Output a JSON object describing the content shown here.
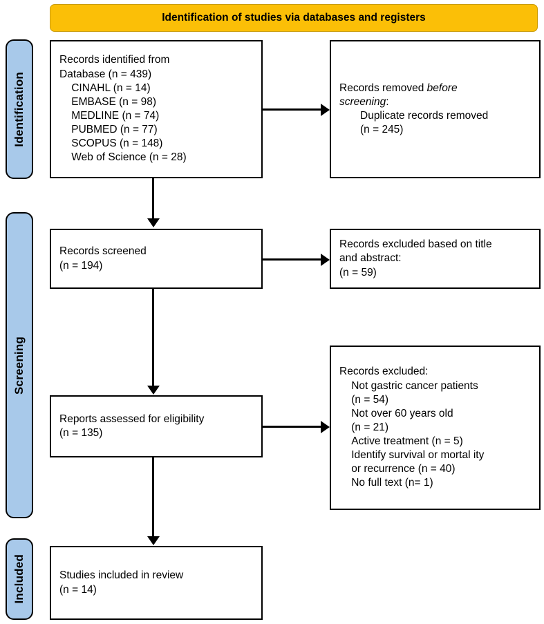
{
  "header": {
    "banner_text": "Identification of studies via databases and registers"
  },
  "stages": [
    {
      "id": "identification",
      "label": "Identification"
    },
    {
      "id": "screening",
      "label": "Screening"
    },
    {
      "id": "included",
      "label": "Included"
    }
  ],
  "boxes": {
    "identified": {
      "lines": [
        "Records identified from",
        "Database (n = 439)",
        "CINAHL (n = 14)",
        "EMBASE (n = 98)",
        "MEDLINE (n = 74)",
        "PUBMED (n = 77)",
        "SCOPUS (n = 148)",
        "Web of Science (n = 28)"
      ],
      "text": "Records identified from\nDatabase (n = 439)\n    CINAHL (n = 14)\n    EMBASE (n = 98)\n    MEDLINE (n = 74)\n    PUBMED (n = 77)\n    SCOPUS (n = 148)\n    Web of Science (n = 28)"
    },
    "removed": {
      "line1": "Records removed ",
      "line1_italic": "before",
      "line2_italic": "screening",
      "line2_rest": ":",
      "lines_rest": [
        "Duplicate records removed",
        "(n = 245)"
      ]
    },
    "screened": {
      "text": "Records screened\n(n = 194)"
    },
    "excluded_title_abstract": {
      "text": "Records excluded based on title\nand abstract:\n(n = 59)"
    },
    "eligibility": {
      "text": "Reports assessed for eligibility\n(n = 135)"
    },
    "excluded_reasons": {
      "text": "Records excluded:\n    Not gastric cancer patients\n    (n = 54)\n    Not over 60 years old\n    (n = 21)\n    Active treatment (n = 5)\n    Identify survival or mortal ity\n    or recurrence (n = 40)\n    No full text (n= 1)"
    },
    "included": {
      "text": "Studies included in review\n(n = 14)"
    }
  },
  "counts": {
    "database_total": 439,
    "cinahl": 14,
    "embase": 98,
    "medline": 74,
    "pubmed": 77,
    "scopus": 148,
    "web_of_science": 28,
    "duplicates_removed": 245,
    "records_screened": 194,
    "excluded_title_abstract": 59,
    "reports_assessed": 135,
    "excluded_not_gastric_cancer": 54,
    "excluded_not_over_60": 21,
    "excluded_active_treatment": 5,
    "excluded_identify_survival": 40,
    "excluded_no_full_text": 1,
    "studies_included": 14
  },
  "colors": {
    "banner": "#fbbf07",
    "stage_bar": "#a8c9ea",
    "box_border": "#000000",
    "background": "#ffffff"
  }
}
